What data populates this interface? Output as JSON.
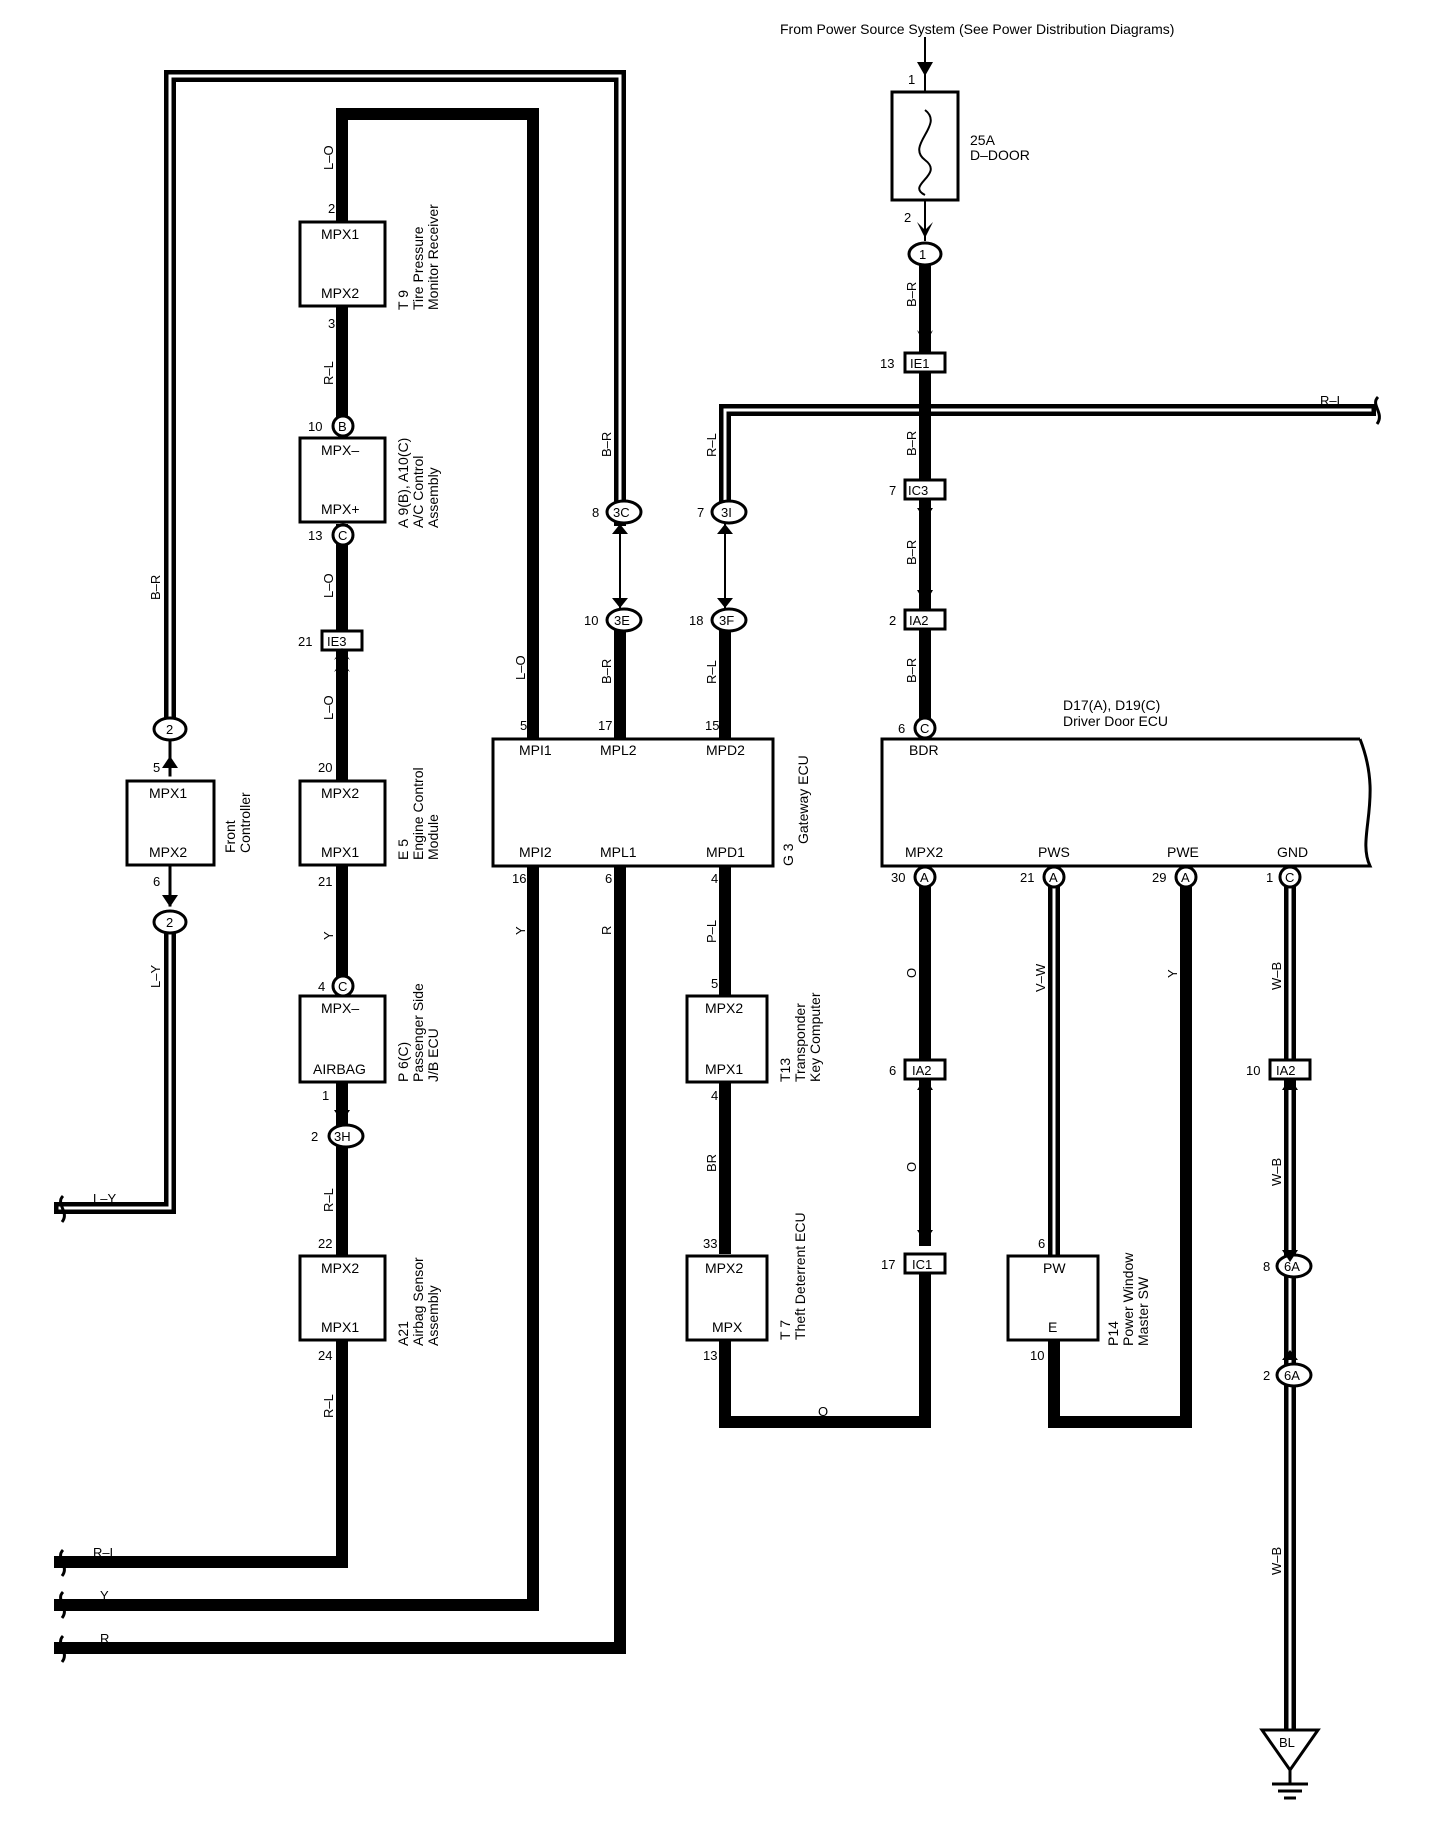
{
  "header": "From Power Source System (See Power Distribution Diagrams)",
  "fuse": {
    "rating": "25A",
    "name": "D–DOOR",
    "pin_in": "1",
    "pin_out": "2"
  },
  "connectors": {
    "c1": "1",
    "ie1": "IE1",
    "ic3": "IC3",
    "ia2": "IA2",
    "ie3": "IE3",
    "c3c": "3C",
    "c3i": "3I",
    "c3e": "3E",
    "c3f": "3F",
    "c3h": "3H",
    "c2": "2",
    "ic1": "IC1",
    "c6a": "6A",
    "cB": "B",
    "cC": "C",
    "cA": "A"
  },
  "components": {
    "tpms": {
      "top": "MPX1",
      "bottom": "MPX2",
      "name1": "T 9",
      "name2": "Tire Pressure",
      "name3": "Monitor Receiver",
      "pin_top": "2",
      "pin_bottom": "3"
    },
    "ac": {
      "top": "MPX–",
      "bottom": "MPX+",
      "name1": "A 9(B), A10(C)",
      "name2": "A/C Control",
      "name3": "Assembly",
      "pin_top": "10",
      "pin_bottom": "13"
    },
    "ecm": {
      "top": "MPX2",
      "bottom": "MPX1",
      "name1": "E 5",
      "name2": "Engine Control",
      "name3": "Module",
      "pin_top": "20",
      "pin_bottom": "21"
    },
    "front": {
      "top": "MPX1",
      "bottom": "MPX2",
      "name1": "Front",
      "name2": "Controller",
      "pin_top": "5",
      "pin_bottom": "6"
    },
    "pjb": {
      "top": "MPX–",
      "bottom": "AIRBAG",
      "name1": "P 6(C)",
      "name2": "Passenger Side",
      "name3": "J/B ECU",
      "pin_top": "4",
      "pin_bottom": "1"
    },
    "airbag": {
      "top": "MPX2",
      "bottom": "MPX1",
      "name1": "A21",
      "name2": "Airbag Sensor",
      "name3": "Assembly",
      "pin_top": "22",
      "pin_bottom": "24"
    },
    "gateway": {
      "t1": "MPI1",
      "t2": "MPL2",
      "t3": "MPD2",
      "b1": "MPI2",
      "b2": "MPL1",
      "b3": "MPD1",
      "name1": "G 3",
      "name2": "Gateway ECU",
      "p_t1": "5",
      "p_t2": "17",
      "p_t3": "15",
      "p_b1": "16",
      "p_b2": "6",
      "p_b3": "4"
    },
    "transponder": {
      "top": "MPX2",
      "bottom": "MPX1",
      "name1": "T13",
      "name2": "Transponder",
      "name3": "Key Computer",
      "pin_top": "5",
      "pin_bottom": "4"
    },
    "theft": {
      "top": "MPX2",
      "bottom": "MPX",
      "name1": "T 7",
      "name2": "Theft Deterrent ECU",
      "pin_top": "33",
      "pin_bottom": "13"
    },
    "ddecu": {
      "name1": "D17(A), D19(C)",
      "name2": "Driver Door ECU",
      "bdr": "BDR",
      "b1": "MPX2",
      "b2": "PWS",
      "b3": "PWE",
      "b4": "GND",
      "p_bdr": "6",
      "p_b1": "30",
      "p_b2": "21",
      "p_b3": "29",
      "p_b4": "1"
    },
    "pwsw": {
      "top": "PW",
      "bottom": "E",
      "name1": "P14",
      "name2": "Power Window",
      "name3": "Master SW",
      "pin_top": "6",
      "pin_bottom": "10"
    }
  },
  "wire_colors": {
    "lo": "L–O",
    "rl": "R–L",
    "br": "B–R",
    "y": "Y",
    "r": "R",
    "ly": "L–Y",
    "pl": "P–L",
    "bri": "BR",
    "o": "O",
    "vw": "V–W",
    "wb": "W–B"
  },
  "pins": {
    "p13": "13",
    "p7": "7",
    "p2": "2",
    "p8": "8",
    "p10": "10",
    "p18": "18",
    "p21": "21",
    "p6": "6",
    "p17": "17",
    "p8b": "8",
    "p2b": "2",
    "p10b": "10",
    "p7b": "7"
  },
  "ground": "BL"
}
